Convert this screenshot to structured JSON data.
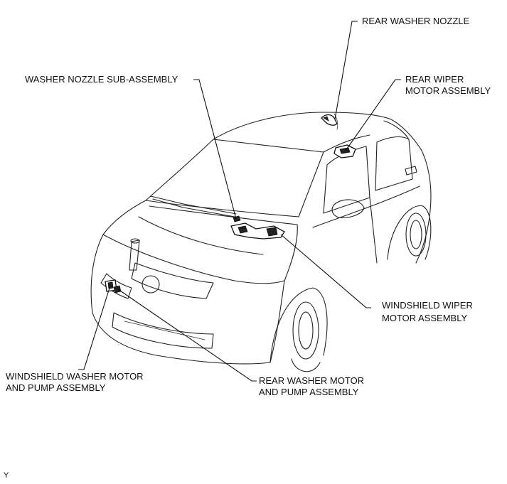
{
  "labels": {
    "rear_washer_nozzle": "REAR WASHER NOZZLE",
    "washer_nozzle_sub_assembly": "WASHER NOZZLE SUB-ASSEMBLY",
    "rear_wiper_motor_line1": "REAR WIPER",
    "rear_wiper_motor_line2": "MOTOR ASSEMBLY",
    "windshield_wiper_motor_line1": "WINDSHIELD WIPER",
    "windshield_wiper_motor_line2": "MOTOR ASSEMBLY",
    "windshield_washer_motor_line1": "WINDSHIELD WASHER MOTOR",
    "windshield_washer_motor_line2": "AND PUMP ASSEMBLY",
    "rear_washer_motor_line1": "REAR WASHER MOTOR",
    "rear_washer_motor_line2": "AND PUMP ASSEMBLY"
  },
  "figure_code": "Y"
}
